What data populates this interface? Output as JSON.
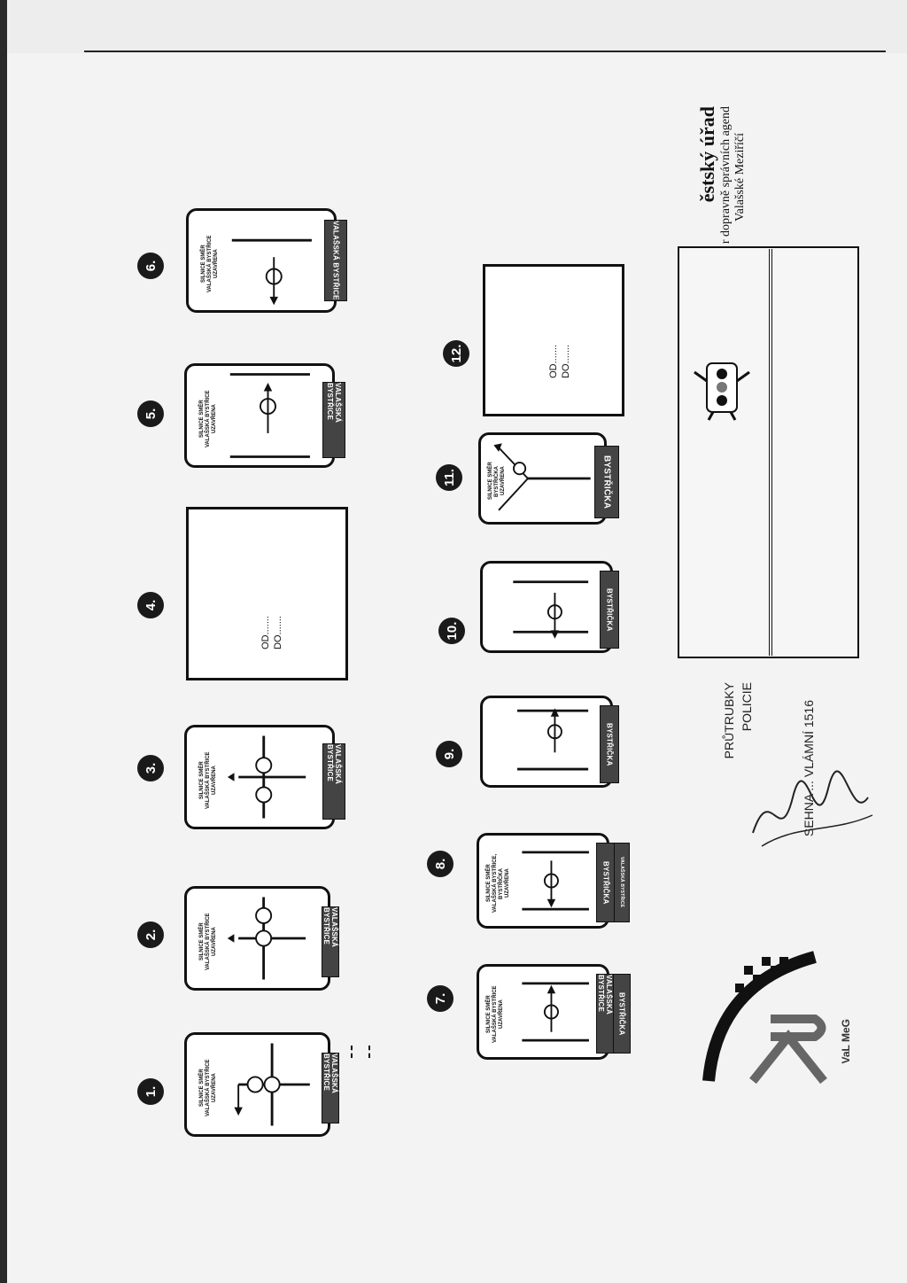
{
  "signs": [
    {
      "num": "1.",
      "text": [
        "SILNICE SMĚR",
        "VALAŠSKÁ BYSTŘICE",
        "UZAVŘENA"
      ],
      "plate": "VALAŠSKÁ BYSTŘICE"
    },
    {
      "num": "2.",
      "text": [
        "SILNICE SMĚR",
        "VALAŠSKÁ BYSTŘICE",
        "UZAVŘENA"
      ],
      "plate": "VALAŠSKÁ BYSTŘICE"
    },
    {
      "num": "3.",
      "text": [
        "SILNICE SMĚR",
        "VALAŠSKÁ BYSTŘICE",
        "UZAVŘENA"
      ],
      "plate": "VALAŠSKÁ BYSTŘICE"
    },
    {
      "num": "4.",
      "od": "OD.......",
      "do": "DO......."
    },
    {
      "num": "5.",
      "text": [
        "SILNICE SMĚR",
        "VALAŠSKÁ BYSTŘICE",
        "UZAVŘENA"
      ],
      "plate": "VALAŠSKÁ BYSTŘICE"
    },
    {
      "num": "6.",
      "text": [
        "SILNICE SMĚR",
        "VALAŠSKÁ BYSTŘICE",
        "UZAVŘENA"
      ],
      "plate": "VALAŠSKÁ BYSTŘICE"
    },
    {
      "num": "7.",
      "text": [
        "SILNICE SMĚR",
        "VALAŠSKÁ BYSTŘICE",
        "UZAVŘENA"
      ],
      "plate": "BYSTŘIČKA",
      "plate2": "VALAŠSKÁ BYSTŘICE"
    },
    {
      "num": "8.",
      "text": [
        "SILNICE SMĚR",
        "VALAŠSKÁ BYSTŘICE, BYSTŘIČKA",
        "UZAVŘENA"
      ],
      "plate": "BYSTŘIČKA",
      "plate2": "VALAŠSKÁ BYSTŘICE"
    },
    {
      "num": "9.",
      "plate": "BYSTŘIČKA"
    },
    {
      "num": "10.",
      "plate": "BYSTŘIČKA"
    },
    {
      "num": "11.",
      "text": [
        "SILNICE SMĚR",
        "BYSTŘIČKA UZAVŘENA"
      ],
      "plate": "BYSTŘIČKA"
    },
    {
      "num": "12.",
      "od": "OD.......",
      "do": "DO......."
    }
  ],
  "office": {
    "line1": "ěstský úřad",
    "line2": "r dopravně správních agend",
    "line3": "Valašské Meziříčí"
  },
  "stamp": {
    "line1": "PRŮTRUBKY",
    "line2": "POLICIE",
    "line3": "SEHNA ... VLÁMNÍ 1516"
  },
  "footer": {
    "left": "VaL MeG"
  },
  "colors": {
    "ink": "#111111",
    "paper": "#f3f3f3",
    "plate": "#444444"
  }
}
